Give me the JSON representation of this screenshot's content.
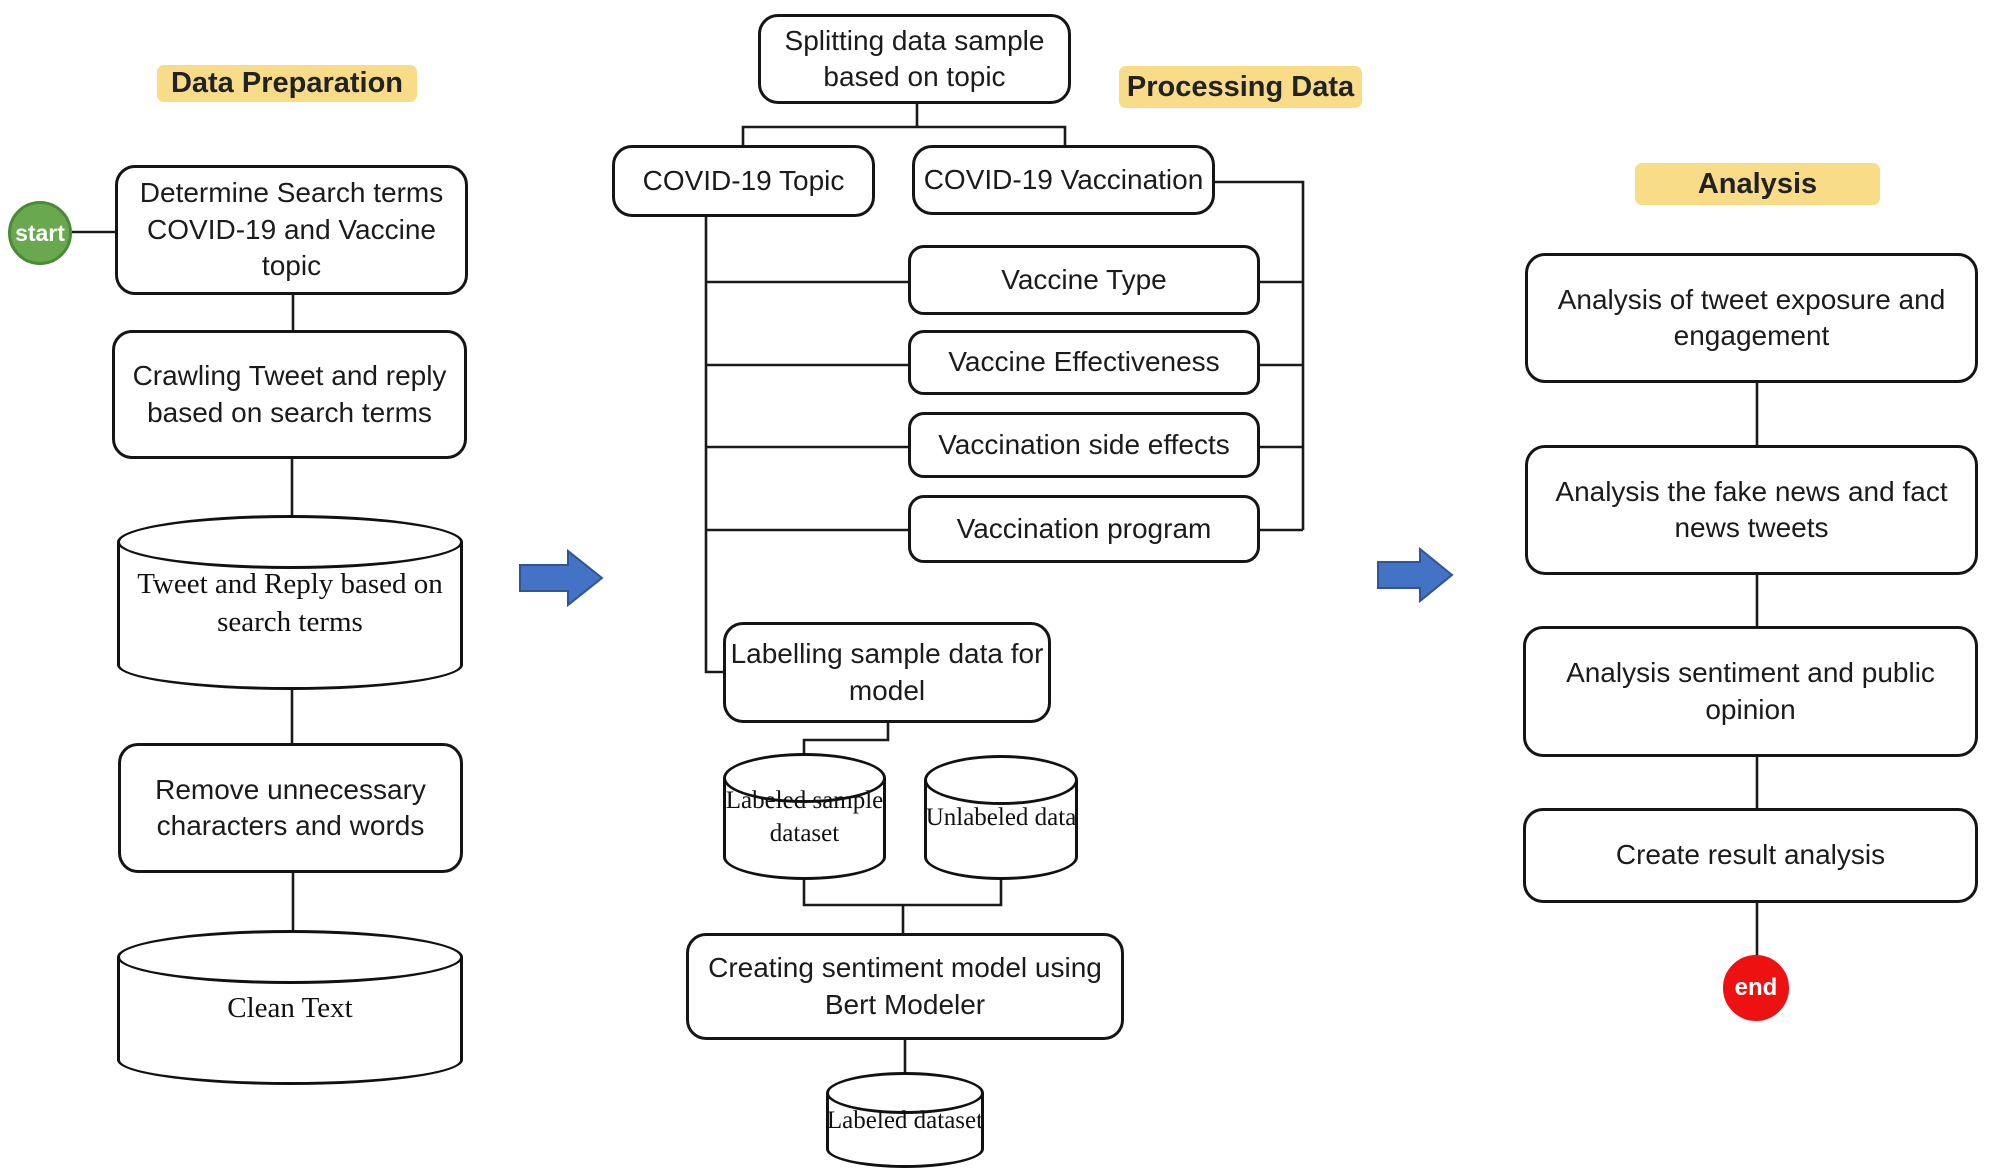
{
  "title": "Twitter COVID-19 sentiment analysis methodology flowchart",
  "sections": {
    "data_preparation": "Data Preparation",
    "processing_data": "Processing Data",
    "analysis": "Analysis"
  },
  "terminals": {
    "start": "start",
    "end": "end"
  },
  "nodes": {
    "determine_search_terms": "Determine Search terms\nCOVID-19 and Vaccine\ntopic",
    "crawling_tweet": "Crawling Tweet and reply\nbased on search terms",
    "tweet_reply_database": "Tweet and Reply based on\nsearch terms",
    "remove_unnecessary": "Remove unnecessary\ncharacters and words",
    "clean_text_database": "Clean Text",
    "splitting_data": "Splitting data sample\nbased on topic",
    "covid19_topic": "COVID-19 Topic",
    "covid19_vaccination": "COVID-19 Vaccination",
    "vaccine_type": "Vaccine Type",
    "vaccine_effectiveness": "Vaccine Effectiveness",
    "vaccination_side_effects": "Vaccination side effects",
    "vaccination_program": "Vaccination program",
    "labelling_sample": "Labelling sample data for model",
    "labeled_sample_database": "Labeled sample\ndataset",
    "unlabeled_database": "Unlabeled data",
    "creating_sentiment_model": "Creating sentiment model using Bert Modeler",
    "labeled_dataset_database": "Labeled dataset",
    "analysis_exposure": "Analysis of tweet exposure and\nengagement",
    "analysis_fake_news": "Analysis the fake news and fact\nnews tweets",
    "analysis_sentiment": "Analysis sentiment and public\nopinion",
    "create_result_analysis": "Create result analysis"
  },
  "icons": {
    "flow_arrow_1": "block-arrow-right",
    "flow_arrow_2": "block-arrow-right"
  },
  "colors": {
    "section_label_bg": "#F8DC88",
    "start_fill": "#6AA84F",
    "end_fill": "#EE1111",
    "arrow_fill": "#4472C4",
    "arrow_stroke": "#2E5596",
    "shape_border": "#151515",
    "background": "#FFFFFF"
  }
}
